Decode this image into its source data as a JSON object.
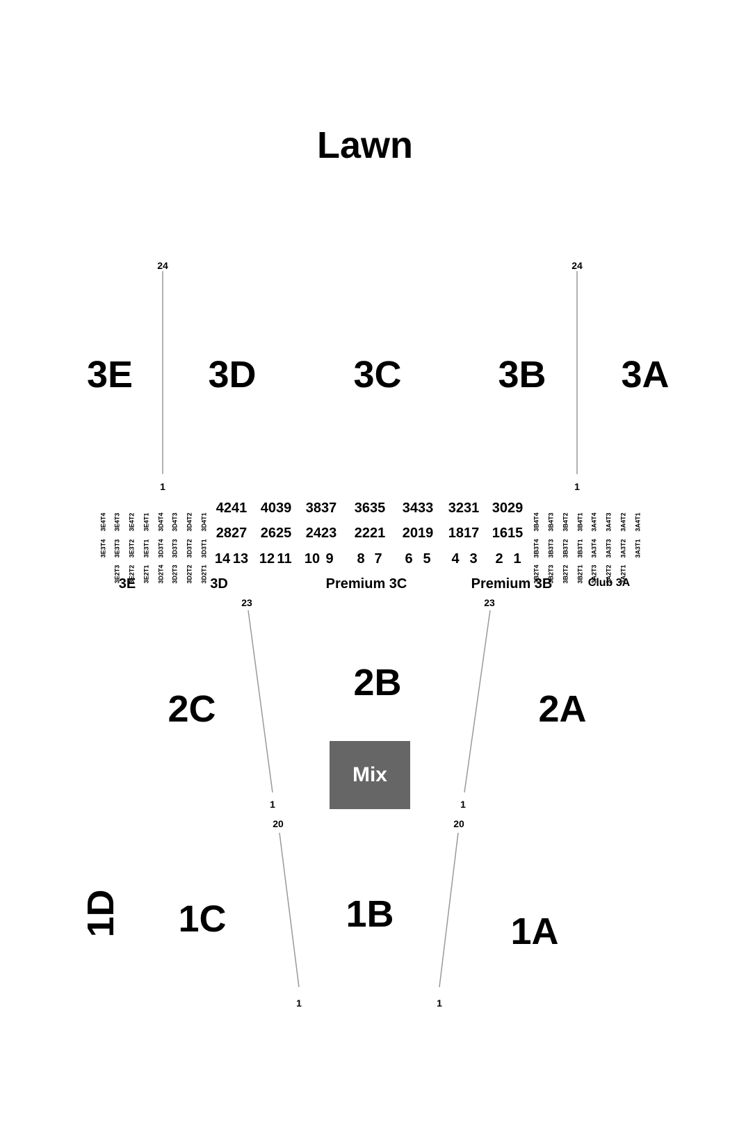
{
  "title": "Lawn",
  "colors": {
    "text": "#000000",
    "divider": "#999999",
    "mix_box": "#666666",
    "mix_text": "#ffffff"
  },
  "tier3_sections": [
    "3E",
    "3D",
    "3C",
    "3B",
    "3A"
  ],
  "tier2_sections": [
    "2C",
    "2B",
    "2A"
  ],
  "tier1_sections": [
    "1D",
    "1C",
    "1B",
    "1A"
  ],
  "mix_label": "Mix",
  "row_markers": {
    "tier3_left_top": "24",
    "tier3_left_bottom": "1",
    "tier3_right_top": "24",
    "tier3_right_bottom": "1",
    "tier2_left_top": "23",
    "tier2_left_bottom": "1",
    "tier2_right_top": "23",
    "tier2_right_bottom": "1",
    "tier1_left_top": "20",
    "tier1_left_bottom": "1",
    "tier1_right_top": "20",
    "tier1_right_bottom": "1"
  },
  "boxes": {
    "row1": [
      "42",
      "41",
      "40",
      "39",
      "38",
      "37",
      "36",
      "35",
      "34",
      "33",
      "32",
      "31",
      "30",
      "29"
    ],
    "row2": [
      "28",
      "27",
      "26",
      "25",
      "24",
      "23",
      "22",
      "21",
      "20",
      "19",
      "18",
      "17",
      "16",
      "15"
    ],
    "row3": [
      "14",
      "13",
      "12",
      "11",
      "10",
      "9",
      "8",
      "7",
      "6",
      "5",
      "4",
      "3",
      "2",
      "1"
    ]
  },
  "tables": {
    "row1": [
      "3E4T4",
      "3E4T3",
      "3E4T2",
      "3E4T1",
      "3D4T4",
      "3D4T3",
      "3D4T2",
      "3D4T1",
      "3B4T4",
      "3B4T3",
      "3B4T2",
      "3B4T1",
      "3A4T4",
      "3A4T3",
      "3A4T2",
      "3A4T1"
    ],
    "row2": [
      "3E3T4",
      "3E3T3",
      "3E3T2",
      "3E3T1",
      "3D3T4",
      "3D3T3",
      "3D3T2",
      "3D3T1",
      "3B3T4",
      "3B3T3",
      "3B3T2",
      "3B3T1",
      "3A3T4",
      "3A3T3",
      "3A3T2",
      "3A3T1"
    ],
    "row3": [
      "3E2T3",
      "3E2T2",
      "3E2T1",
      "3D2T4",
      "3D2T3",
      "3D2T2",
      "3D2T1",
      "3B2T4",
      "3B2T3",
      "3B2T2",
      "3B2T1",
      "3A2T3",
      "3A2T2",
      "3A2T1"
    ]
  },
  "box_section_labels": [
    "3E",
    "3D",
    "Premium 3C",
    "Premium 3B",
    "Club 3A"
  ]
}
